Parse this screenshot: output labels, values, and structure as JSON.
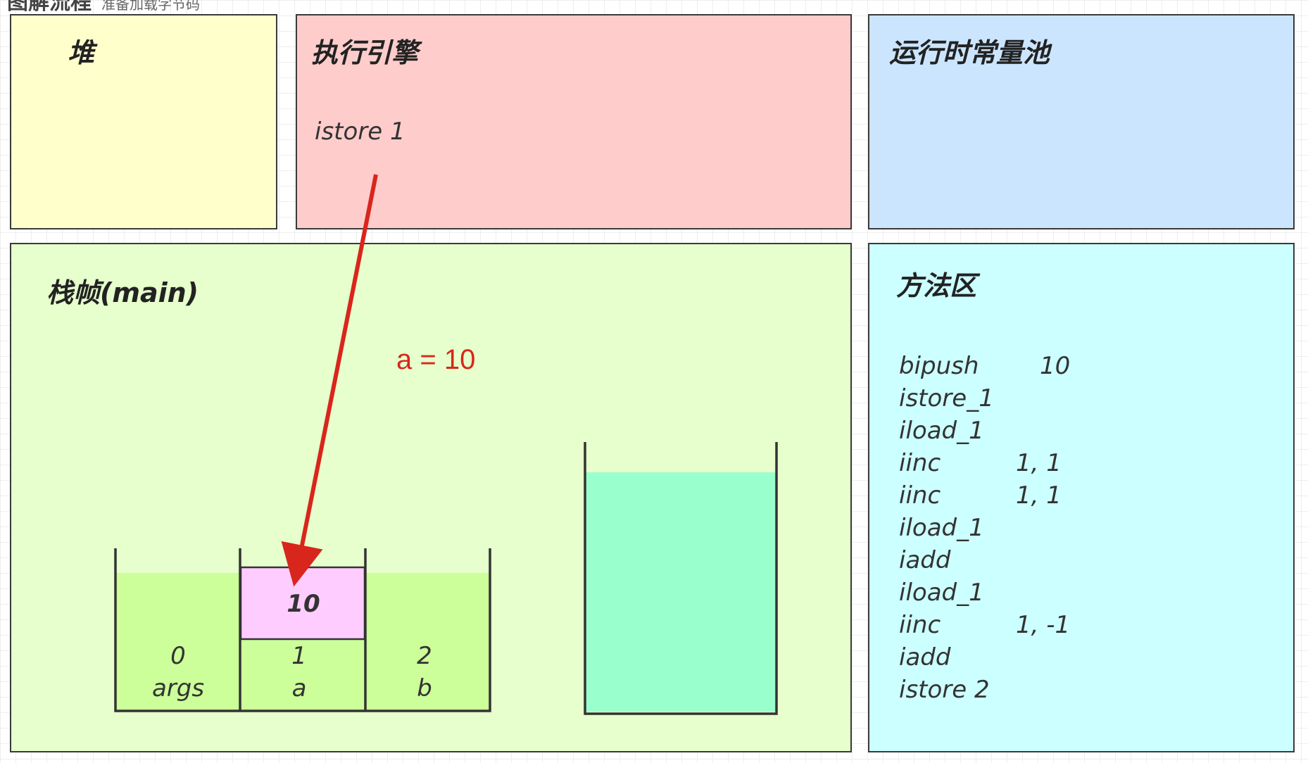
{
  "header_partial": {
    "title": "图解流程",
    "subtitle": "准备加载字节码"
  },
  "heap": {
    "title": "堆"
  },
  "execution_engine": {
    "title": "执行引擎",
    "current_instruction": "istore 1"
  },
  "runtime_constant_pool": {
    "title": "运行时常量池"
  },
  "stack_frame": {
    "title": "栈帧(main)",
    "local_variables": [
      {
        "index": "0",
        "name": "args",
        "value": ""
      },
      {
        "index": "1",
        "name": "a",
        "value": "10"
      },
      {
        "index": "2",
        "name": "b",
        "value": ""
      }
    ],
    "annotation": "a = 10"
  },
  "method_area": {
    "title": "方法区",
    "bytecodes": [
      {
        "op": "bipush",
        "arg": "10"
      },
      {
        "op": "istore_1",
        "arg": ""
      },
      {
        "op": "iload_1",
        "arg": ""
      },
      {
        "op": "iinc",
        "arg": "1, 1"
      },
      {
        "op": "iinc",
        "arg": "1, 1"
      },
      {
        "op": "iload_1",
        "arg": ""
      },
      {
        "op": "iadd",
        "arg": ""
      },
      {
        "op": "iload_1",
        "arg": ""
      },
      {
        "op": "iinc",
        "arg": "1, -1"
      },
      {
        "op": "iadd",
        "arg": ""
      },
      {
        "op": "istore 2",
        "arg": ""
      }
    ]
  },
  "colors": {
    "heap": "#ffffcc",
    "execution_engine": "#ffcccc",
    "runtime_constant_pool": "#cce5ff",
    "stack_frame": "#e6ffcc",
    "method_area": "#ccffff",
    "local_slot": "#ccff99",
    "active_slot": "#ffccff",
    "operand_stack": "#99ffcc",
    "arrow": "#d9261c"
  }
}
